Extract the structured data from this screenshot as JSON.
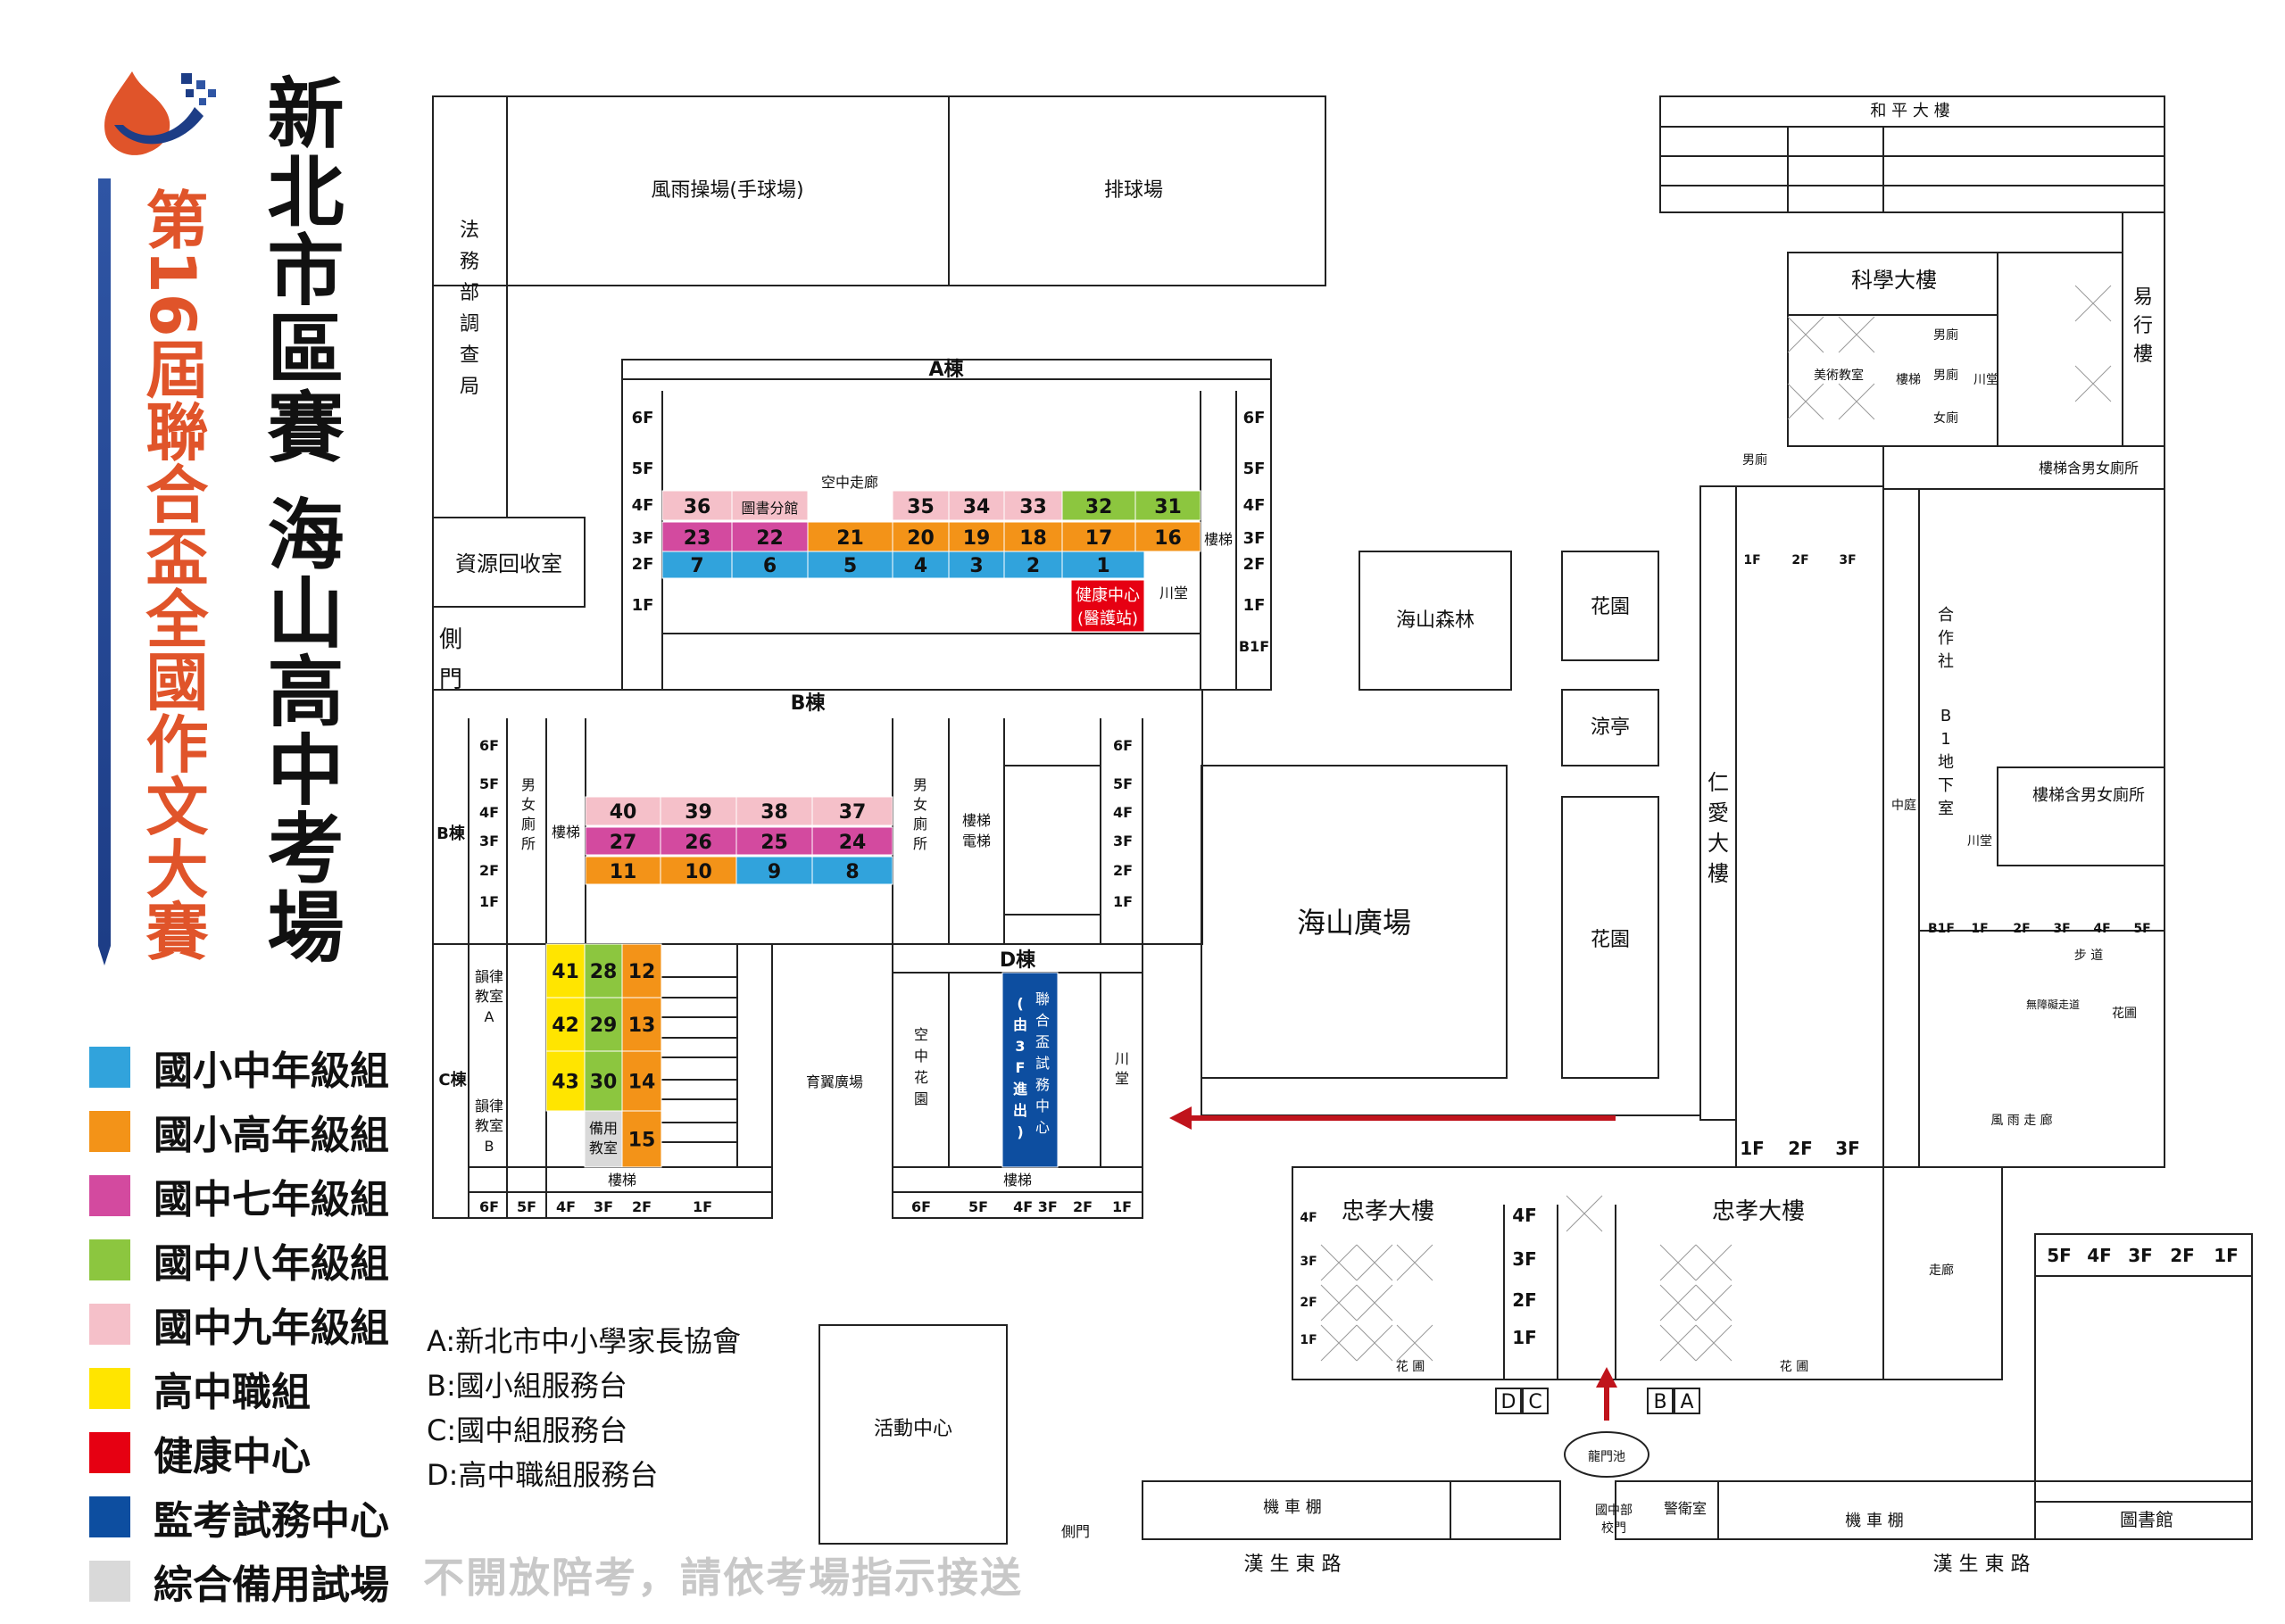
{
  "title": "新北市區賽 海山高中考場",
  "subtitle": "第16屆聯合盃全國作文大賽",
  "colors": {
    "mid_primary": "#31a3dc",
    "high_primary": "#f39318",
    "jh7": "#d34a9f",
    "jh8": "#8cc63f",
    "jh9": "#f5c0c9",
    "senior": "#ffe500",
    "health": "#e60012",
    "exam_center": "#0d4ea0",
    "spare": "#d9d9d9",
    "accent": "#e0542a",
    "arrow": "#c0141c"
  },
  "legend": [
    {
      "label": "國小中年級組",
      "color": "#31a3dc"
    },
    {
      "label": "國小高年級組",
      "color": "#f39318"
    },
    {
      "label": "國中七年級組",
      "color": "#d34a9f"
    },
    {
      "label": "國中八年級組",
      "color": "#8cc63f"
    },
    {
      "label": "國中九年級組",
      "color": "#f5c0c9"
    },
    {
      "label": "高中職組",
      "color": "#ffe500"
    },
    {
      "label": "健康中心",
      "color": "#e60012"
    },
    {
      "label": "監考試務中心",
      "color": "#0d4ea0"
    },
    {
      "label": "綜合備用試場",
      "color": "#d9d9d9"
    }
  ],
  "service_desks": [
    "A:新北市中小學家長協會",
    "B:國小組服務台",
    "C:國中組服務台",
    "D:高中職組服務台"
  ],
  "notice": "不開放陪考，請依考場指示接送",
  "map": {
    "top_areas": [
      "風雨操場(手球場)",
      "排球場"
    ],
    "left_areas": [
      "法務部調查局",
      "資源回收室",
      "側門"
    ],
    "a_building": {
      "name": "A棟",
      "floors": [
        "6F",
        "5F",
        "4F",
        "3F",
        "2F",
        "1F",
        "B1F"
      ],
      "rooms_4f": [
        "36",
        "圖書分館",
        "35",
        "34",
        "33",
        "32",
        "31"
      ],
      "rooms_3f": [
        "23",
        "22",
        "21",
        "20",
        "19",
        "18",
        "17",
        "16"
      ],
      "rooms_2f": [
        "7",
        "6",
        "5",
        "4",
        "3",
        "2",
        "1"
      ],
      "skywalk": "空中走廊",
      "health": "健康中心\n(醫護站)",
      "stairs": "樓梯",
      "hall": "川堂"
    },
    "b_building": {
      "name": "B棟",
      "floors": [
        "6F",
        "5F",
        "4F",
        "3F",
        "2F",
        "1F"
      ],
      "rooms_4f": [
        "40",
        "39",
        "38",
        "37"
      ],
      "rooms_3f": [
        "27",
        "26",
        "25",
        "24"
      ],
      "rooms_2f": [
        "11",
        "10",
        "9",
        "8"
      ],
      "restroom": "男女廁所",
      "stairs": "樓梯",
      "elevator": "樓梯電梯"
    },
    "c_building": {
      "name": "C棟",
      "rooms": [
        "41",
        "28",
        "12",
        "42",
        "29",
        "13",
        "43",
        "30",
        "14",
        "15"
      ],
      "spare": "備用教室",
      "rhythm_a": "韻律教室A",
      "rhythm_b": "韻律教室B",
      "stairs": "樓梯",
      "floors": [
        "6F",
        "5F",
        "4F",
        "3F",
        "2F",
        "1F"
      ]
    },
    "d_building": {
      "name": "D棟",
      "exam_center": "聯合盃試務中心（由3F進出）",
      "sky_garden": "空中花園",
      "hall": "川堂",
      "stairs": "樓梯",
      "floors": [
        "6F",
        "5F",
        "4F 3F",
        "2F",
        "1F"
      ]
    },
    "middle_areas": {
      "forest": "海山森林",
      "garden": "花園",
      "pavilion": "涼亭",
      "plaza": "海山廣場",
      "garden2": "花園",
      "sports_field": "育翼廣場",
      "activity_center": "活動中心",
      "renai": "仁愛大樓"
    },
    "right_area": {
      "heping": "和 平 大 樓",
      "science": "科學大樓",
      "yixing": "易行樓",
      "art_room": "美術教室",
      "stairs": "樓梯",
      "male_wc": "男廁",
      "female_wc": "女廁",
      "hall": "川堂",
      "coop": "合作社",
      "basement": "B1地下室",
      "courtyard": "中庭",
      "stairs_wc": "樓梯含男女廁所",
      "walkway": "步 道",
      "rain_corridor": "風雨走廊",
      "barrier_free": "無障礙走道",
      "garden": "花圃",
      "corridor": "走廊",
      "floors": [
        "B1F",
        "1F",
        "2F",
        "3F",
        "4F",
        "5F"
      ]
    },
    "bottom_area": {
      "zhongxiao": "忠孝大樓",
      "longmen": "龍門池",
      "guard": "警衛室",
      "gate": "國中部校門",
      "side_gate": "側門",
      "parking": "機 車 棚",
      "library": "圖書館",
      "road": "漢 生 東 路",
      "flower": "花 圃",
      "labels_dc": [
        "D",
        "C"
      ],
      "labels_ba": [
        "B",
        "A"
      ],
      "floors_right": [
        "5F",
        "4F",
        "3F",
        "2F",
        "1F"
      ]
    }
  }
}
